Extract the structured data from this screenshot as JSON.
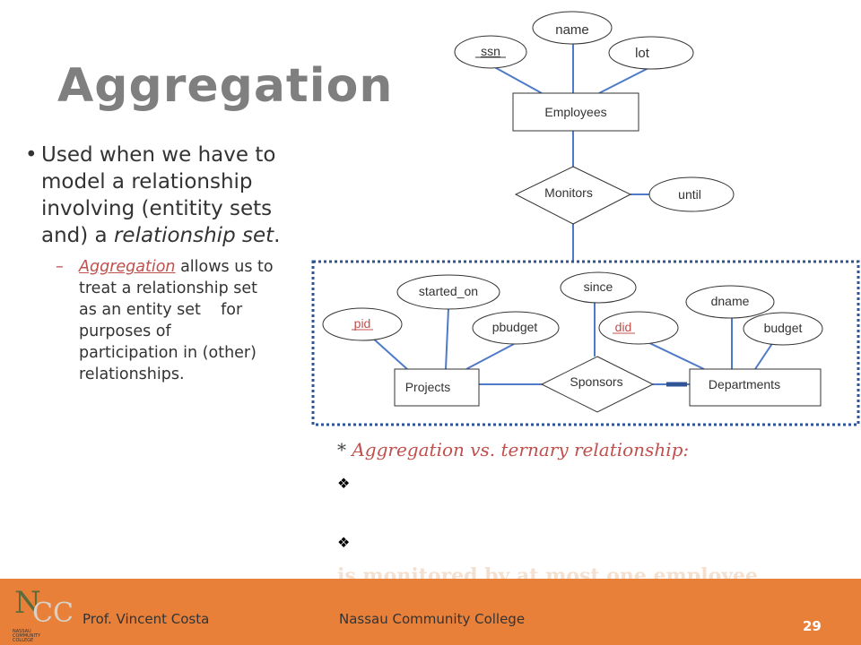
{
  "slide": {
    "title": "Aggregation",
    "bullet": {
      "line1": "Used when we have to",
      "line2": "model a relationship",
      "line3": "involving (entitity sets",
      "line4_pre": "and) a ",
      "line4_it": "relationship set",
      "line4_post": "."
    },
    "sub_bullet": {
      "term": "Aggregation",
      "line1_rest": " allows us to",
      "line2": "treat a relationship set",
      "line3": "as an entity set    for",
      "line4": "purposes of",
      "line5": "participation in (other)",
      "line6": "relationships."
    },
    "note": {
      "star": "* ",
      "text": "Aggregation vs. ternary relationship:"
    },
    "diamond_glyph": "❖",
    "hidden_text": "is monitored by at most one employee."
  },
  "diagram": {
    "employees": "Employees",
    "ssn": "ssn",
    "name": "name",
    "lot": "lot",
    "monitors": "Monitors",
    "until": "until",
    "projects": "Projects",
    "pid": "pid",
    "started_on": "started_on",
    "pbudget": "pbudget",
    "sponsors": "Sponsors",
    "since": "since",
    "departments": "Departments",
    "did": "did",
    "dname": "dname",
    "budget": "budget"
  },
  "footer": {
    "professor": "Prof. Vincent Costa",
    "college": "Nassau Community College",
    "page": "29",
    "logo_text": "NASSAU COMMUNITY COLLEGE"
  },
  "colors": {
    "footer": "#e8803a",
    "accent_red": "#c0504d",
    "aggregation_border": "#2f5597"
  }
}
